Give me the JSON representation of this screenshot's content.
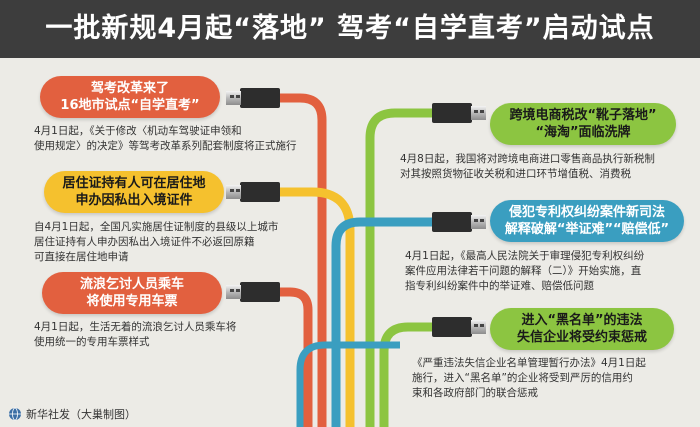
{
  "header": {
    "title": "一批新规4月起“落地” 驾考“自学直考”启动试点"
  },
  "items": [
    {
      "pill_line1": "驾考改革来了",
      "pill_line2": "16地市试点“自学直考”",
      "text": [
        "4月1日起，《关于修改〈机动车驾驶证申领和",
        "使用规定〉的决定》等驾考改革系列配套制度将正式施行"
      ],
      "pill_color": "#e2603f",
      "text_color": "#ffffff"
    },
    {
      "pill_line1": "跨境电商税改“靴子落地”",
      "pill_line2": "“海淘”面临洗牌",
      "text": [
        "4月8日起，我国将对跨境电商进口零售商品执行新税制",
        "对其按照货物征收关税和进口环节增值税、消费税"
      ],
      "pill_color": "#8cc541",
      "text_color": "#1a1a1a"
    },
    {
      "pill_line1": "居住证持有人可在居住地",
      "pill_line2": "申办因私出入境证件",
      "text": [
        "自4月1日起，全国凡实施居住证制度的县级以上城市",
        "居住证持有人申办因私出入境证件不必返回原籍",
        "可直接在居住地申请"
      ],
      "pill_color": "#f5c12e",
      "text_color": "#1a1a1a"
    },
    {
      "pill_line1": "侵犯专利权纠纷案件新司法",
      "pill_line2": "解释破解“举证难”“赔偿低”",
      "text": [
        "4月1日起，《最高人民法院关于审理侵犯专利权纠纷",
        "案件应用法律若干问题的解释（二）》开始实施，直",
        "指专利纠纷案件中的举证难、赔偿低问题"
      ],
      "pill_color": "#3a9ec0",
      "text_color": "#ffffff"
    },
    {
      "pill_line1": "流浪乞讨人员乘车",
      "pill_line2": "将使用专用车票",
      "text": [
        "4月1日起，生活无着的流浪乞讨人员乘车将",
        "使用统一的专用车票样式"
      ],
      "pill_color": "#e2603f",
      "text_color": "#ffffff"
    },
    {
      "pill_line1": "进入“黑名单”的违法",
      "pill_line2": "失信企业将受约束惩戒",
      "text": [
        "《严重违法失信企业名单管理暂行办法》4月1日起",
        "施行，进入“黑名单”的企业将受到严厉的信用约",
        "束和各政府部门的联合惩戒"
      ],
      "pill_color": "#8cc541",
      "text_color": "#1a1a1a"
    }
  ],
  "footer": {
    "credit": "新华社发（大巢制图）",
    "logo_icon": "xinhua-globe-icon"
  }
}
